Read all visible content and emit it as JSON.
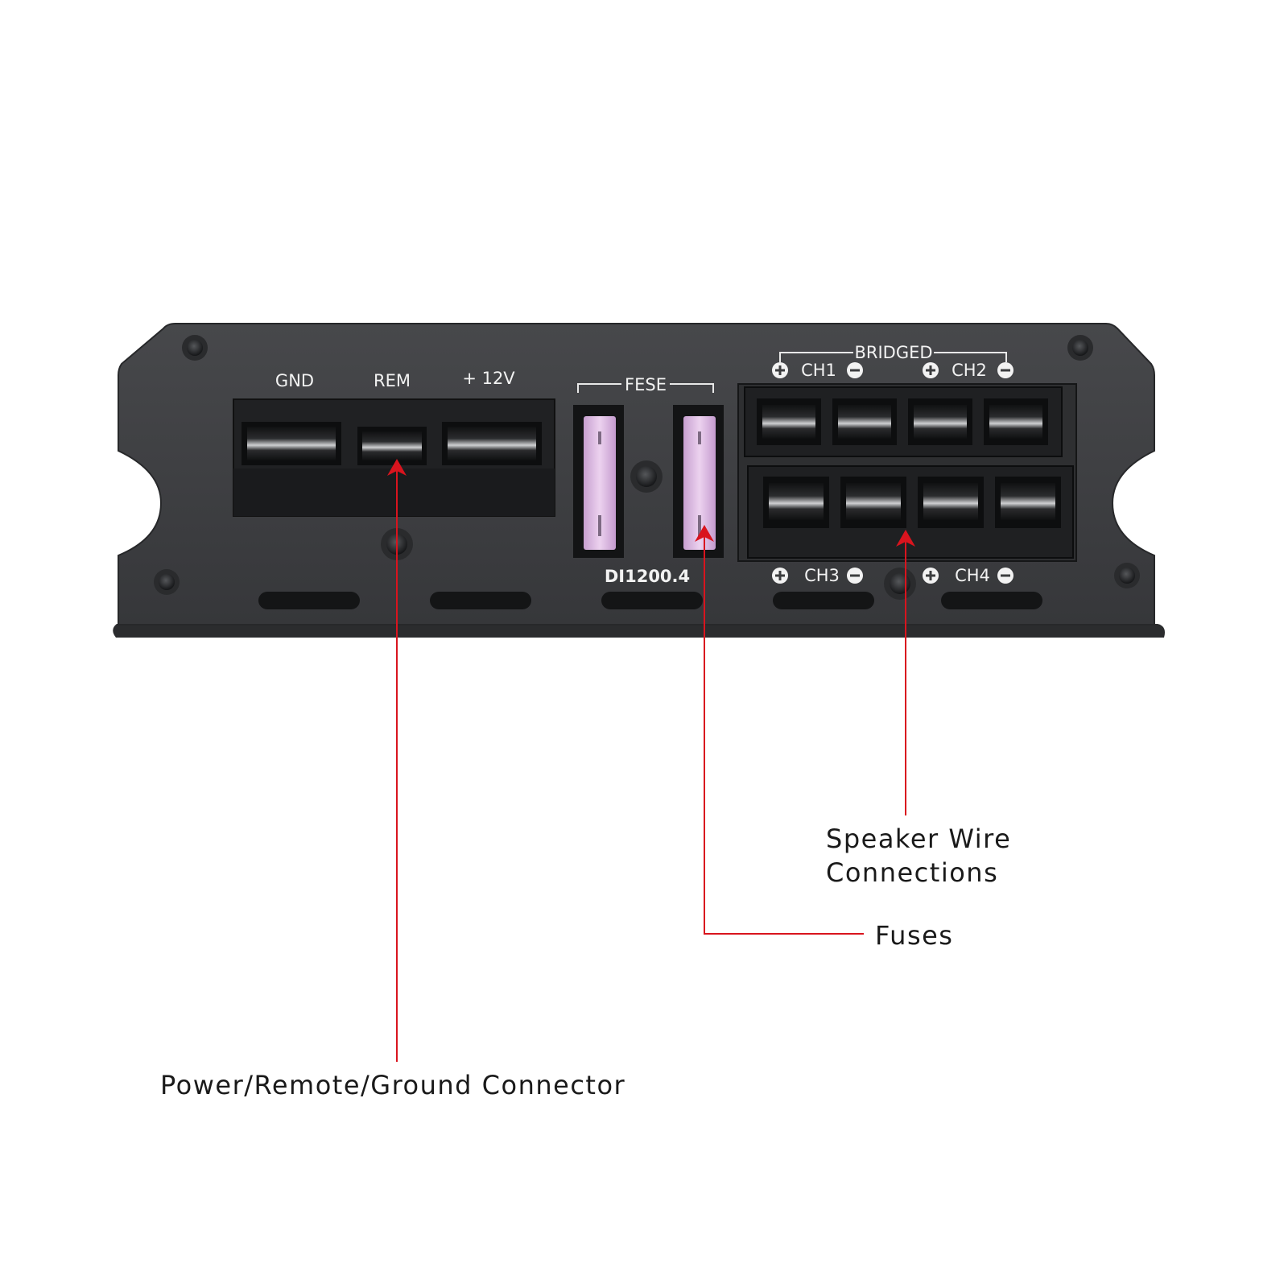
{
  "panel": {
    "power_labels": {
      "gnd": "GND",
      "rem": "REM",
      "v12": "+ 12V"
    },
    "fuse_label": "FESE",
    "bridged_label": "BRIDGED",
    "channels": {
      "ch1": "CH1",
      "ch2": "CH2",
      "ch3": "CH3",
      "ch4": "CH4"
    },
    "model": "DI1200.4"
  },
  "callouts": {
    "speaker_line1": "Speaker Wire",
    "speaker_line2": "Connections",
    "fuses": "Fuses",
    "power": "Power/Remote/Ground Connector"
  },
  "colors": {
    "chassis": "#3c3d3f",
    "terminal_block": "#1f2022",
    "fuse": "#e6c6ea",
    "leader": "#d9141e",
    "label_text": "#f2f2f2",
    "callout_text": "#1a1a1a"
  },
  "icons": [
    "plus-circle-icon",
    "minus-circle-icon",
    "screw-icon",
    "arrow-up-icon"
  ]
}
